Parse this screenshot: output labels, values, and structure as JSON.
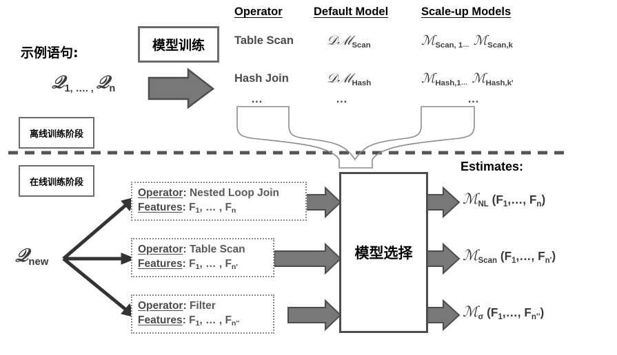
{
  "offline": {
    "sample_label": "示例语句:",
    "queries": {
      "base": "𝒬",
      "sub": "1, …. , ",
      "base2": "𝒬",
      "sub2": "n"
    },
    "train_box": "模型训练",
    "phase_label": "离线训练阶段"
  },
  "online": {
    "phase_label": "在线训练阶段",
    "query_new_base": "𝒬",
    "query_new_sub": "new",
    "selection_box": "模型选择"
  },
  "table": {
    "headers": [
      "Operator",
      "Default Model",
      "Scale-up Models"
    ],
    "rows": [
      {
        "operator": "Table Scan",
        "default_model": {
          "prefix": "𝒟ℳ",
          "sub": "Scan"
        },
        "scaleup": [
          {
            "prefix": "ℳ",
            "sub": "Scan, 1"
          },
          {
            "ellipsis": "…"
          },
          {
            "prefix": "ℳ",
            "sub": "Scan,k"
          }
        ]
      },
      {
        "operator": "Hash Join",
        "default_model": {
          "prefix": "𝒟ℳ",
          "sub": "Hash"
        },
        "scaleup": [
          {
            "prefix": "ℳ",
            "sub": "Hash,1"
          },
          {
            "ellipsis": "…"
          },
          {
            "prefix": "ℳ",
            "sub": "Hash,k'"
          }
        ]
      }
    ],
    "ellipsis_row": [
      "…",
      "…",
      "…"
    ]
  },
  "operator_cards": [
    {
      "operator_label": "Operator",
      "operator_value": "Nested Loop Join",
      "features_label": "Features",
      "features_value": "F",
      "features_sub1": "1",
      "features_mid": ", … , F",
      "features_sub2": "n"
    },
    {
      "operator_label": "Operator",
      "operator_value": "Table Scan",
      "features_label": "Features",
      "features_value": "F",
      "features_sub1": "1",
      "features_mid": ", … , F",
      "features_sub2": "n'"
    },
    {
      "operator_label": "Operator",
      "operator_value": "Filter",
      "features_label": "Features",
      "features_value": "F",
      "features_sub1": "1",
      "features_mid": ", … , F",
      "features_sub2": "n''"
    }
  ],
  "estimates": {
    "title": "Estimates:",
    "items": [
      {
        "model": "ℳ",
        "sub": "NL",
        "args_open": "(F",
        "arg_sub": "1",
        "args_mid": ",…, F",
        "arg_sub2": "n",
        "args_close": ")"
      },
      {
        "model": "ℳ",
        "sub": "Scan",
        "args_open": "(F",
        "arg_sub": "1",
        "args_mid": ",…, F",
        "arg_sub2": "n'",
        "args_close": ")"
      },
      {
        "model": "ℳ",
        "sub": "σ",
        "args_open": "(F",
        "arg_sub": "1",
        "args_mid": ",…, F",
        "arg_sub2": "n''",
        "args_close": ")"
      }
    ]
  },
  "colors": {
    "arrow_fill": "#787878",
    "arrow_stroke": "#4d4d4d",
    "box_border": "#6b6b6b",
    "dashed_divider": "#555555",
    "brace_stroke": "#808080",
    "text_gray": "#4a4a4a"
  }
}
